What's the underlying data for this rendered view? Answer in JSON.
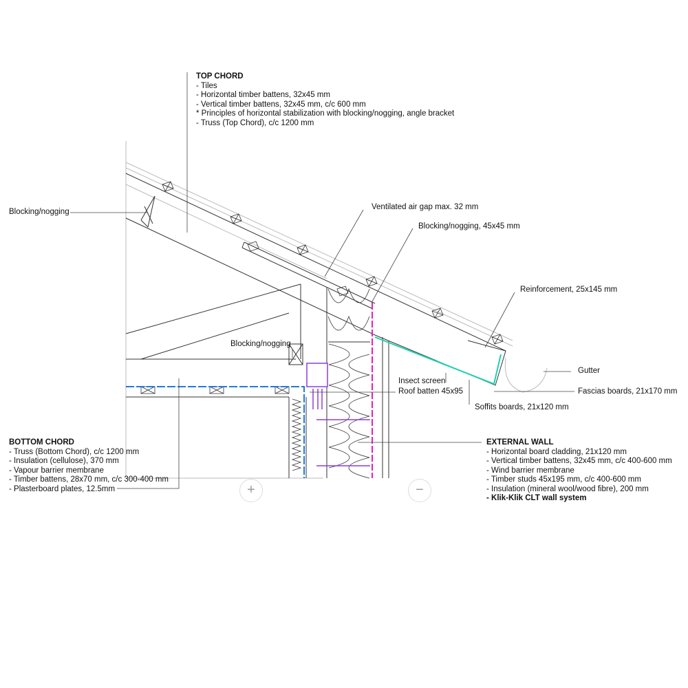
{
  "top_chord": {
    "title": "TOP CHORD",
    "items": [
      "- Tiles",
      "- Horizontal timber battens, 32x45 mm",
      "- Vertical timber battens, 32x45 mm, c/c 600 mm",
      "* Principles of horizontal stabilization with blocking/nogging, angle bracket",
      "- Truss (Top Chord), c/c 1200 mm"
    ]
  },
  "bottom_chord": {
    "title": "BOTTOM CHORD",
    "items": [
      "- Truss (Bottom Chord), c/c 1200 mm",
      "- Insulation (cellulose), 370 mm",
      "- Vapour barrier membrane",
      "- Timber battens, 28x70 mm, c/c 300-400 mm",
      "- Plasterboard plates, 12.5mm"
    ]
  },
  "external_wall": {
    "title": "EXTERNAL WALL",
    "items": [
      "- Horizontal board cladding, 21x120 mm",
      "- Vertical timber battens, 32x45 mm, c/c 400-600 mm",
      "- Wind barrier membrane",
      "- Timber studs 45x195 mm, c/c 400-600 mm",
      "- Insulation (mineral wool/wood fibre), 200 mm"
    ],
    "system": "- Klik-Klik CLT wall system"
  },
  "labels": {
    "blocking_left": "Blocking/nogging",
    "ventilated": "Ventilated air gap max. 32 mm",
    "blocking_45": "Blocking/nogging, 45x45 mm",
    "reinforcement": "Reinforcement, 25x145 mm",
    "blocking_mid": "Blocking/nogging",
    "gutter": "Gutter",
    "insect_screen": "Insect screen",
    "roof_batten": "Roof batten 45x95",
    "fascias": "Fascias boards, 21x170 mm",
    "soffits": "Soffits boards, 21x120 mm"
  },
  "controls": {
    "zoom_in": "+",
    "zoom_out": "−"
  },
  "colors": {
    "membrane": "#e020c0",
    "vapour": "#1e7be0",
    "screen": "#20d0b0",
    "bracket": "#8a3de0"
  }
}
